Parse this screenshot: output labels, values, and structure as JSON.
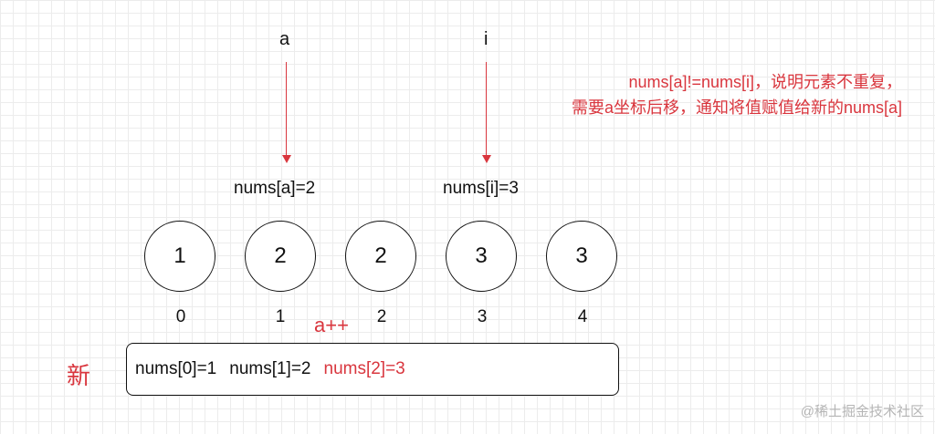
{
  "pointers": {
    "a_label": "a",
    "i_label": "i"
  },
  "note": {
    "line1": "nums[a]!=nums[i]，说明元素不重复，",
    "line2": "需要a坐标后移，通知将值赋值给新的nums[a]"
  },
  "values": {
    "a_value": "nums[a]=2",
    "i_value": "nums[i]=3"
  },
  "array": {
    "items": [
      {
        "value": "1",
        "index": "0"
      },
      {
        "value": "2",
        "index": "1"
      },
      {
        "value": "2",
        "index": "2"
      },
      {
        "value": "3",
        "index": "3"
      },
      {
        "value": "3",
        "index": "4"
      }
    ]
  },
  "a_increment": "a++",
  "new_label": "新",
  "result": {
    "seg0": "nums[0]=1",
    "seg1": "nums[1]=2",
    "seg2": "nums[2]=3"
  },
  "watermark": "@稀土掘金技术社区",
  "colors": {
    "accent": "#d9363e",
    "stroke": "#111111",
    "grid": "#ececec"
  }
}
